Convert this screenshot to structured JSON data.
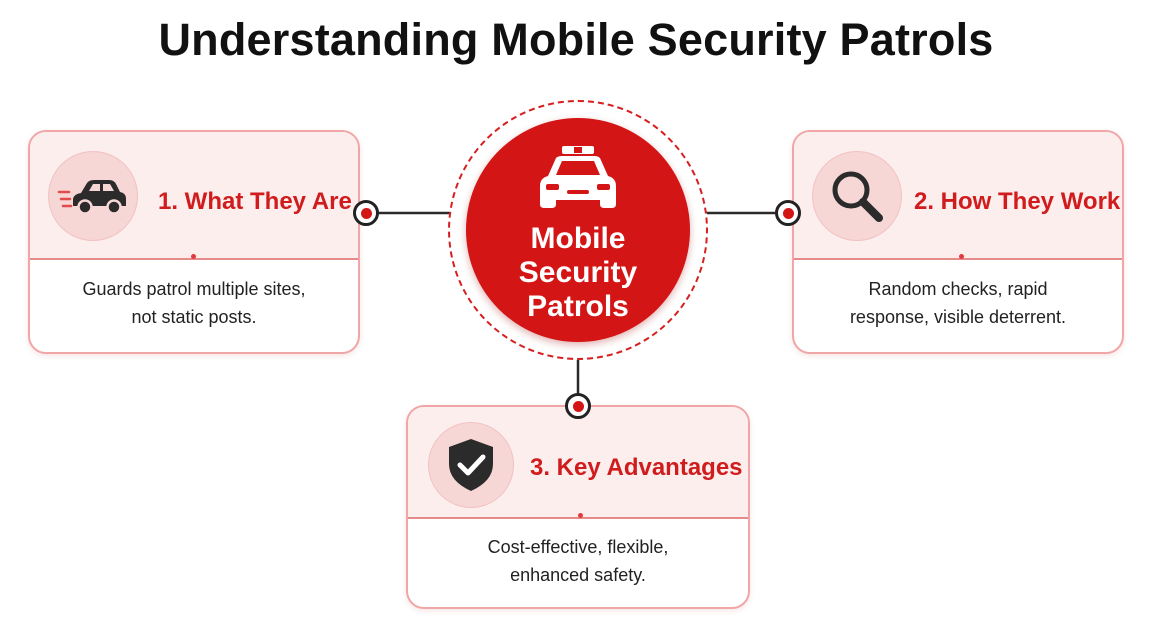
{
  "title": "Understanding Mobile Security Patrols",
  "center": {
    "label_lines": [
      "Mobile",
      "Security",
      "Patrols"
    ],
    "icon": "police-car-icon"
  },
  "cards": [
    {
      "title": "1. What They Are",
      "icon": "car-icon",
      "description_lines": [
        "Guards patrol multiple sites,",
        "not static posts."
      ]
    },
    {
      "title": "2. How They Work",
      "icon": "magnifier-icon",
      "description_lines": [
        "Random checks, rapid",
        "response, visible deterrent."
      ]
    },
    {
      "title": "3. Key Advantages",
      "icon": "shield-check-icon",
      "description_lines": [
        "Cost-effective, flexible,",
        "enhanced safety."
      ]
    }
  ],
  "colors": {
    "accent": "#d31515",
    "card_header": "#fdeeee",
    "card_border": "#f0a6a6",
    "icon_dark": "#2b2b2b"
  }
}
